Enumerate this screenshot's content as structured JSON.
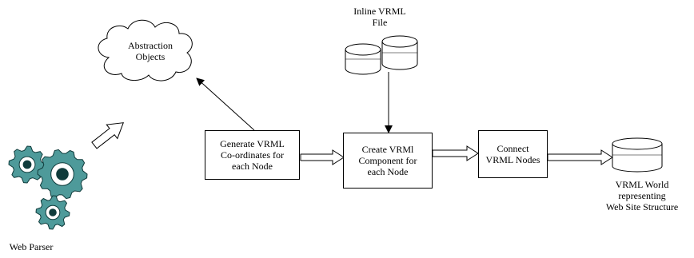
{
  "colors": {
    "gear": "#4e9a9a",
    "gear_dark": "#0f3b3b",
    "stroke": "#000000",
    "fill": "#ffffff"
  },
  "labels": {
    "web_parser": "Web Parser",
    "abstraction_objects": [
      "Abstraction",
      "Objects"
    ],
    "inline_vrml_file": [
      "Inline VRML",
      "File"
    ],
    "generate_coords": [
      "Generate VRML",
      "Co-ordinates for",
      "each Node"
    ],
    "create_component": [
      "Create VRMl",
      "Component for",
      "each Node"
    ],
    "connect_nodes": [
      "Connect",
      "VRML Nodes"
    ],
    "vrml_world": [
      "VRML World",
      "representing",
      "Web Site Structure"
    ]
  },
  "icons": {
    "gears": "gears-icon",
    "cloud": "cloud-icon",
    "database": "database-icon",
    "arrow": "hollow-arrow-icon"
  }
}
